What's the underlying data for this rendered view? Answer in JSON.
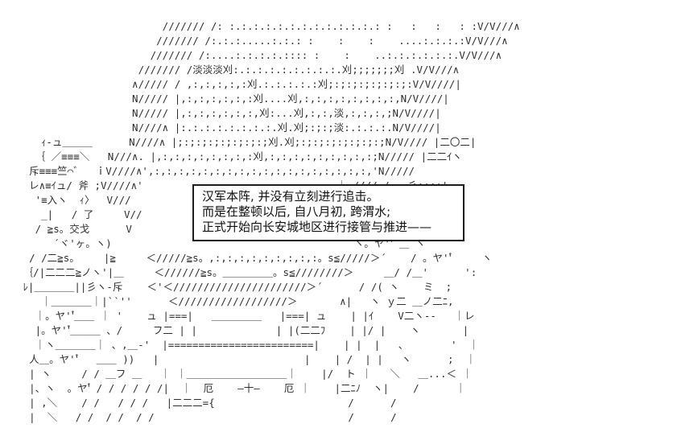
{
  "scene": {
    "background_color": "#ffffff",
    "ink_color": "#2e2e2e",
    "aa_lines": [
      "                          /////// /: :.:.:.:.:.:.:.:.:.:.:.:.: :   :   :   : :V/V///∧",
      "                         /////// /:.:.:.....:.:.: :    :    :    ....:.:.:.:V/V///∧",
      "                        /////// /:....:.:.:.:.:::: :    :    ..:.:.:.:.:.:.V/V///∧",
      "                      /////// /淡淡淡刈:.:.:.:.:.:.:.:.:.刈;;;;;;;刈 .V/V///∧",
      "                     ∧///// / ,:,:,:,:,:刈.:.:.:.:.:刈;:;:;:;:;:;:;:V/V////|",
      "                     N///// |,:,:,:,:,:,:刈....刈,:,:,:,:,:,:,:,:,N/V////|",
      "                     N///// |,:,:,:,:,:,:,刈:...刈,:,:,淡,:,:,:,;N/V////|",
      "                     N////∧ |:.:.:.:.:.:.:.:.刈.刈;:;:;淡:.:.:.:.N/V////|",
      "      ｨ-ュ＿＿＿      N////∧ |;:;:;:;:;:;:;:;刈.刈;:;:;:;:;:;:;:;N/V//// |二〇二|",
      "     ｛ ／≡≡≡＼   N///∧. |,:,:,:,:,:,:,:,:刈,:,:,:,:,:,:,:,:,:;N///// |二二ｲヽ",
      "    斥≡≡≡竺⌒゛  ｉV////∧',:,:,:,:,:,:,:,:,:,:,:,:,:,:,:,:,:,:,'N/////",
      "    レ∧≡ｲュ/ 斧 ;V////∧'                                ｜ //// /   彡;;;;'",
      "     '≡入ヽ  ｨ〉  V///                                   ｜ ///  ｜斧   ク);;;",
      "      _|   / 了     V//                                  ｜ //   レ    ｲ刎",
      "     / ≧s。交戈      V                                   ｜ /    ヒ    / ∧",
      "        ´ヾ'ヶ。ヽ)                                        ヽ。ヤ''゙ ＿ ヽ",
      "    / /二≧s。    |≧     ＜/////≧s。,:,:,:,:,:,:,:,:,:。s≦/////＞´    / 。ヤ''゙     ヽ",
      "   ｛/|二二二≧ノヽ'|＿     ＜//////≧s。＿＿＿＿＿。s≦////////＞     ＿/ /＿'      ':",
      "   ﾚ|＿＿＿＿||彡ヽ-斥    ＜'＜//////////////////////＞´      / /( ヽ    ミ  ;",
      "      ｜＿＿＿＿｜|``''      ＜//////////////////＞       ∧|   ヽ ｙ二 ＿ノ二ﾆ,",
      "     ｜。ヤ''゙＿＿ ｜ '    ュ |===|   ＿＿＿＿＿   |===| ュ    | |ｲ    V二ヽ--   ｜レ",
      "     |。ヤ''゙＿＿＿ 、/     フ二 | |             | |(二二ﾌ    | |/ |    ヽ       |",
      "     ｜ヽ＿＿＿＿｜ 、,＿-'  |========================|    | |  |   、       '  ｜",
      "    人＿。ヤ''゙   ＿＿ ))   |                        |    | /  | |   ヽ      ;  ｜",
      "    | ヽ     / / ＿フ ＿   ｜ ｜＿＿＿＿＿＿＿＿＿＿｜    |/  ト ｜   ＼   ＿...＜ ｜",
      "    |、ヽ  。ヤ'゙ / / / / / /|  ｜  厄    —十—    厄 ｜    |二ﾆﾉ  ヽ|    /      ｜",
      "    | ,＼    / /   / / /   |二二二={                      /      /",
      "    |  ＼   / /  / /  / /                                /      /"
    ]
  },
  "dialog": {
    "border_color": "#1c1c1c",
    "text_color": "#101010",
    "lines": [
      "汉军本阵, 并没有立刻进行追击。",
      "而是在整顿以后, 自八月初, 跨渭水;",
      "正式开始向长安城地区进行接管与推进——"
    ]
  }
}
